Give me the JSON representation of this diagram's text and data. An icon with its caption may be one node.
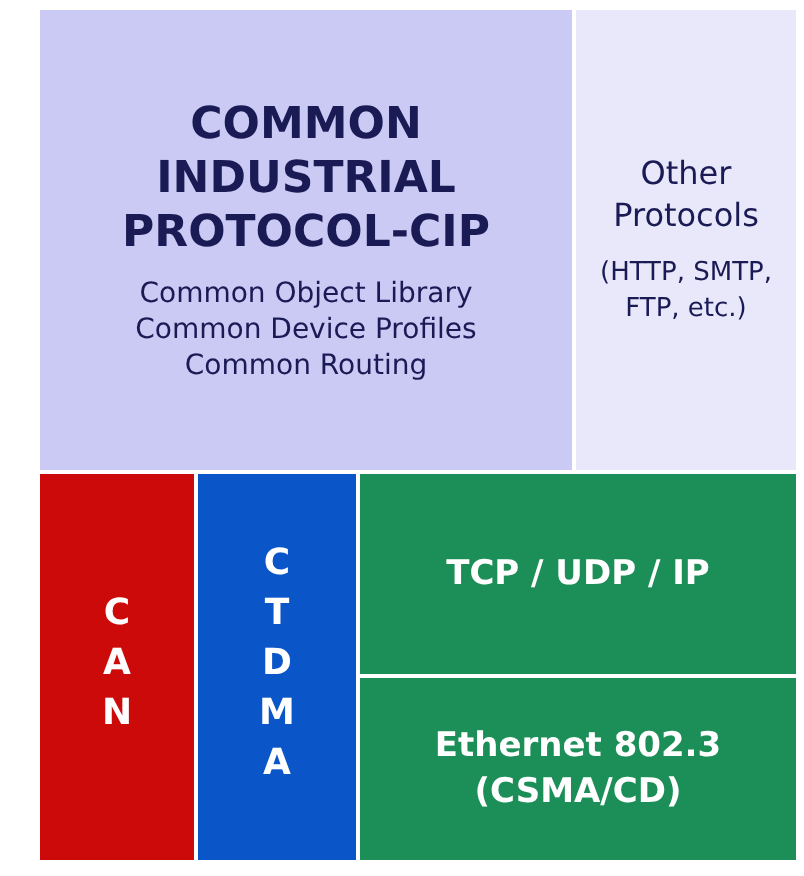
{
  "diagram": {
    "nodes": [
      {
        "text": [
          "COMMON INDUSTRIAL PROTOCOL-CIP",
          "Common Object Library Common Device Profiles Common Routing"
        ]
      },
      {
        "text": [
          "Other Protocols",
          "(HTTP, SMTP, FTP, etc.)"
        ]
      },
      {
        "text": [
          "CAN"
        ]
      },
      {
        "text": [
          "CTDMA"
        ]
      },
      {
        "text": [
          "TCP / UDP / IP"
        ]
      },
      {
        "text": [
          "Ethernet 802.3 (CSMA/CD)"
        ]
      }
    ]
  }
}
